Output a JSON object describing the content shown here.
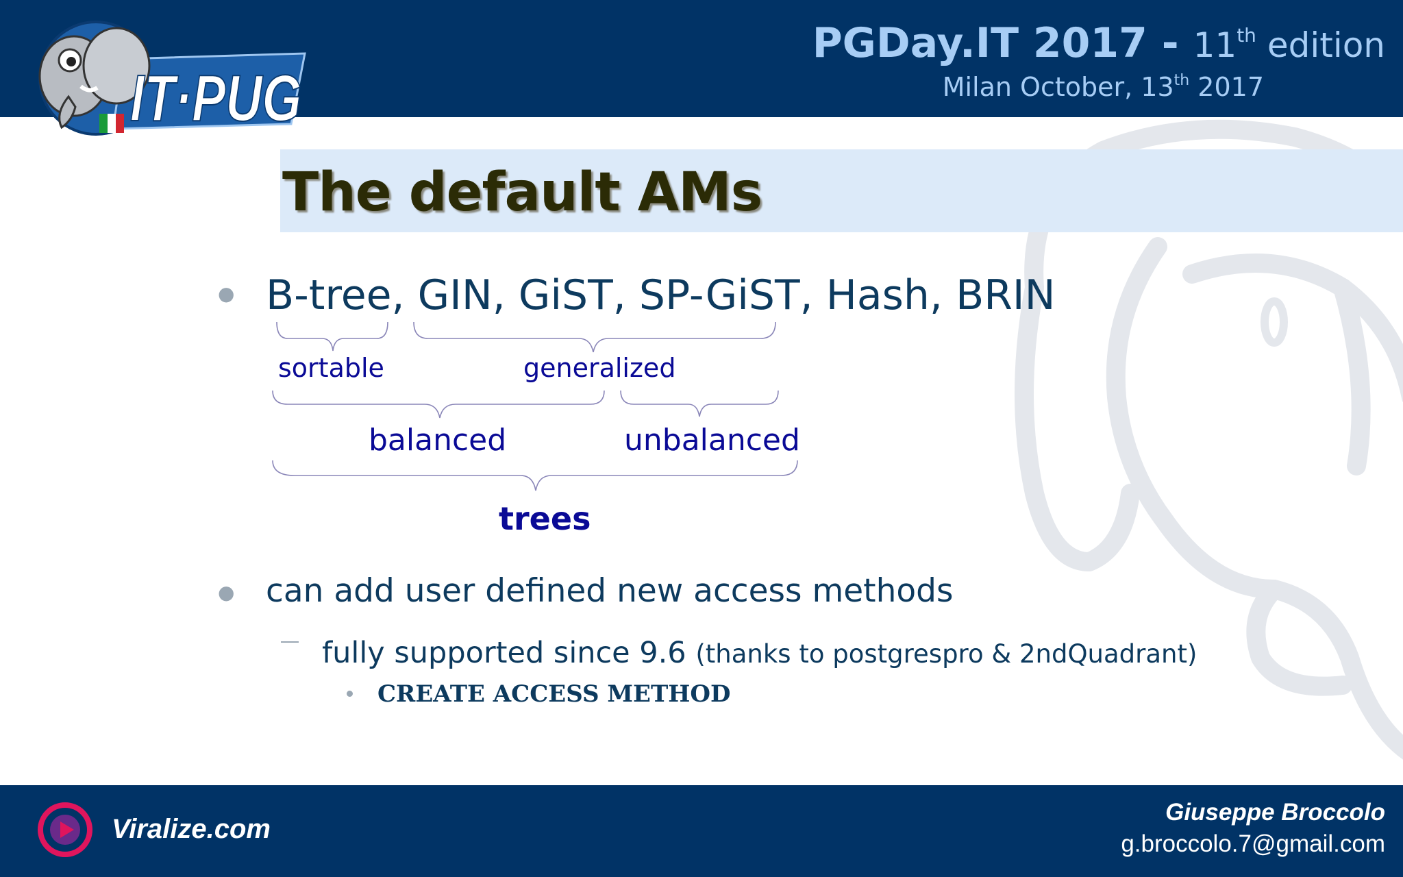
{
  "header": {
    "title_main": "PGDay.IT 2017 - ",
    "title_edition_num": "11",
    "title_edition_sup": "th",
    "title_edition_word": " edition",
    "subtitle_prefix": "Milan October, 13",
    "subtitle_sup": "th",
    "subtitle_suffix": " 2017",
    "logo_text": "IT·PUG"
  },
  "slide": {
    "title": "The default AMs",
    "bullet1": "B-tree, GIN, GiST, SP-GiST, Hash, BRIN",
    "labels": {
      "sortable": "sortable",
      "generalized": "generalized",
      "balanced": "balanced",
      "unbalanced": "unbalanced",
      "trees": "trees"
    },
    "bullet2": "can add user defined new access methods",
    "sub_bullet_main": "fully supported since 9.6 ",
    "sub_bullet_note": "(thanks to postgrespro & 2ndQuadrant)",
    "sub_sub_bullet": "CREATE ACCESS METHOD"
  },
  "footer": {
    "site": "Viralize.com",
    "author": "Giuseppe Broccolo",
    "email": "g.broccolo.7@gmail.com"
  },
  "colors": {
    "header_bg": "#013366",
    "header_text": "#a7cdf5",
    "title_bar": "#dceaf9",
    "body_text": "#0d3a5e",
    "label_text": "#0a0a96",
    "viralize_accent": "#e0155d"
  }
}
